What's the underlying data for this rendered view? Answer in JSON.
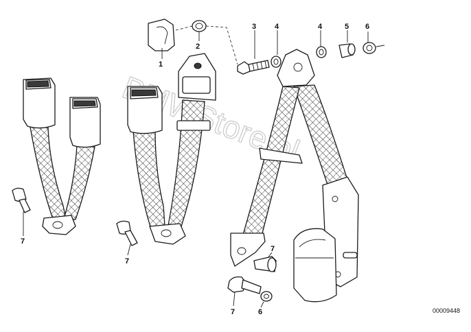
{
  "watermark": "BMWStore.pl",
  "doc_number": "00009448",
  "callouts": {
    "c1": "1",
    "c2": "2",
    "c3": "3",
    "c4a": "4",
    "c4b": "4",
    "c5": "5",
    "c6a": "6",
    "c7a": "7",
    "c7b": "7",
    "c7c": "7",
    "c7d": "7",
    "c6b": "6"
  }
}
